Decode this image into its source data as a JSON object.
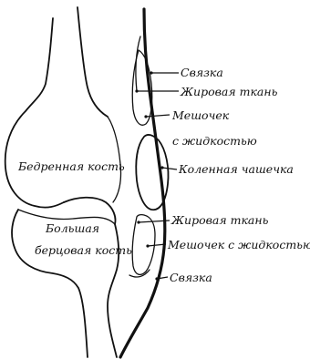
{
  "labels": {
    "ligament_top": "Связка",
    "fat_top": "Жировая ткань",
    "bursa_top_line1": "Мешочек",
    "bursa_top_line2": "с жидкостью",
    "femur": "Бедренная кость",
    "patella": "Коленная чашечка",
    "tibia_line1": "Большая",
    "tibia_line2": "берцовая кость",
    "fat_bottom": "Жировая ткань",
    "bursa_bottom": "Мешочек с жидкостью",
    "ligament_bottom": "Связка"
  }
}
